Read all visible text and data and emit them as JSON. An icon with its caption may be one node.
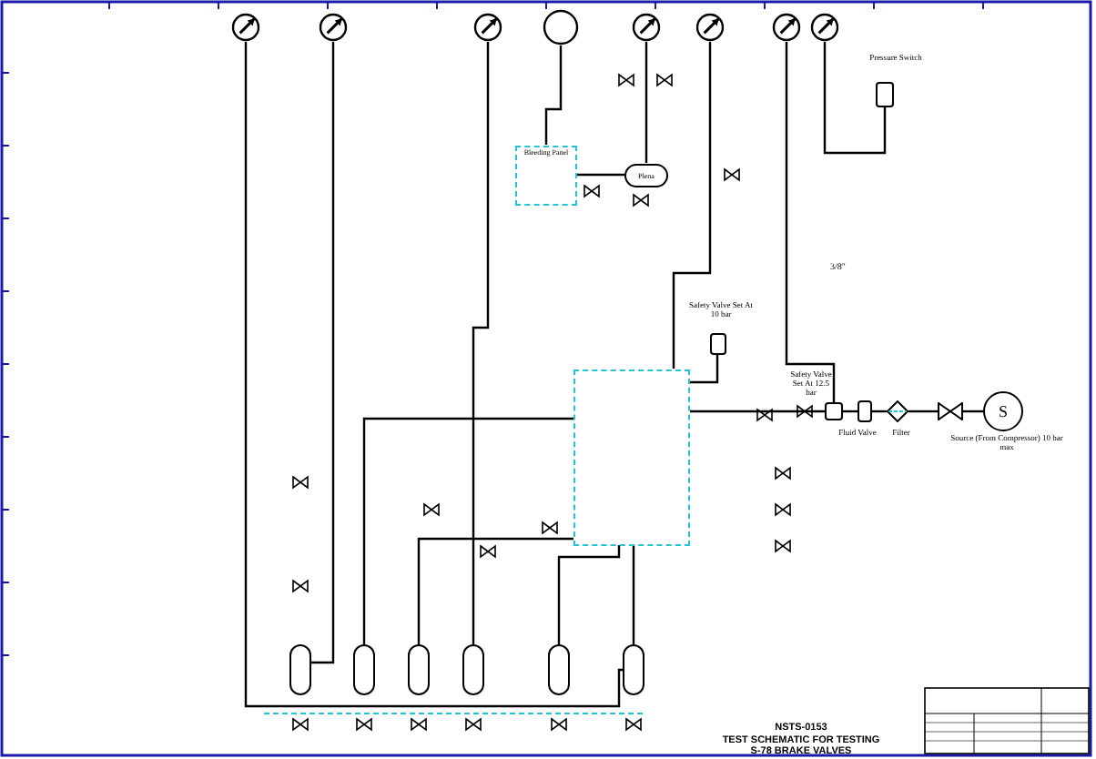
{
  "diagram": {
    "nodes": [
      {
        "text": [],
        "shape": "gauge"
      },
      {
        "text": [],
        "shape": "gauge"
      },
      {
        "text": [],
        "shape": "gauge"
      },
      {
        "text": [],
        "shape": "circle"
      },
      {
        "text": [],
        "shape": "gauge"
      },
      {
        "text": [],
        "shape": "gauge"
      },
      {
        "text": [],
        "shape": "gauge"
      },
      {
        "text": [],
        "shape": "gauge"
      },
      {
        "text": [],
        "shape": "box",
        "beside": [
          "Pressure Switch"
        ]
      },
      {
        "text": [
          "Bleeding Panel"
        ]
      },
      {
        "text": [
          "Plena"
        ]
      },
      {
        "text": [],
        "shape": "box"
      },
      {
        "text": [],
        "shape": "box",
        "beside": [
          "Safety Valve Set At 10 bar"
        ]
      },
      {
        "text": [],
        "shape": "box",
        "beside": [
          "Safety Valve Set At 12.5 bar"
        ]
      },
      {
        "text": [],
        "shape": "box",
        "beside": [
          "Fluid Valve"
        ]
      },
      {
        "text": [],
        "shape": "diamond",
        "beside": [
          "Filter"
        ]
      },
      {
        "text": [],
        "shape": "valve"
      },
      {
        "text": [
          "S"
        ],
        "beside": [
          "Source (From Compressor) 10 bar max"
        ]
      },
      {
        "text": [],
        "shape": "cylinder"
      },
      {
        "text": [],
        "shape": "cylinder"
      },
      {
        "text": [],
        "shape": "cylinder"
      },
      {
        "text": [],
        "shape": "cylinder"
      },
      {
        "text": [],
        "shape": "cylinder"
      },
      {
        "text": [],
        "shape": "cylinder"
      }
    ],
    "edges": [
      {
        "from": 0,
        "to": 23,
        "arrow": "none"
      },
      {
        "from": 1,
        "to": 18,
        "arrow": "none"
      },
      {
        "from": 2,
        "to": 21,
        "arrow": "none"
      },
      {
        "from": 3,
        "to": 9,
        "arrow": "none"
      },
      {
        "from": 4,
        "to": 10,
        "arrow": "none"
      },
      {
        "from": 5,
        "to": 11,
        "arrow": "none"
      },
      {
        "from": 6,
        "to": 13,
        "arrow": "none"
      },
      {
        "from": 7,
        "to": 8,
        "arrow": "none"
      },
      {
        "from": 9,
        "to": 10,
        "arrow": "none"
      },
      {
        "from": 12,
        "to": 11,
        "arrow": "none"
      },
      {
        "from": 13,
        "to": 14,
        "arrow": "none"
      },
      {
        "from": 14,
        "to": 15,
        "arrow": "none"
      },
      {
        "from": 15,
        "to": 16,
        "arrow": "none"
      },
      {
        "from": 16,
        "to": 17,
        "arrow": "none"
      },
      {
        "from": 11,
        "to": 22,
        "arrow": "none"
      },
      {
        "from": 11,
        "to": 23,
        "arrow": "none"
      },
      {
        "from": 20,
        "to": 11,
        "arrow": "none"
      },
      {
        "from": 19,
        "to": 11,
        "arrow": "none"
      },
      {
        "from": 11,
        "to": 13,
        "arrow": "none"
      }
    ],
    "labels": [
      "3/8\"",
      "NSTS-0153",
      "TEST SCHEMATIC FOR TESTING",
      "S-78 BRAKE VALVES"
    ]
  }
}
